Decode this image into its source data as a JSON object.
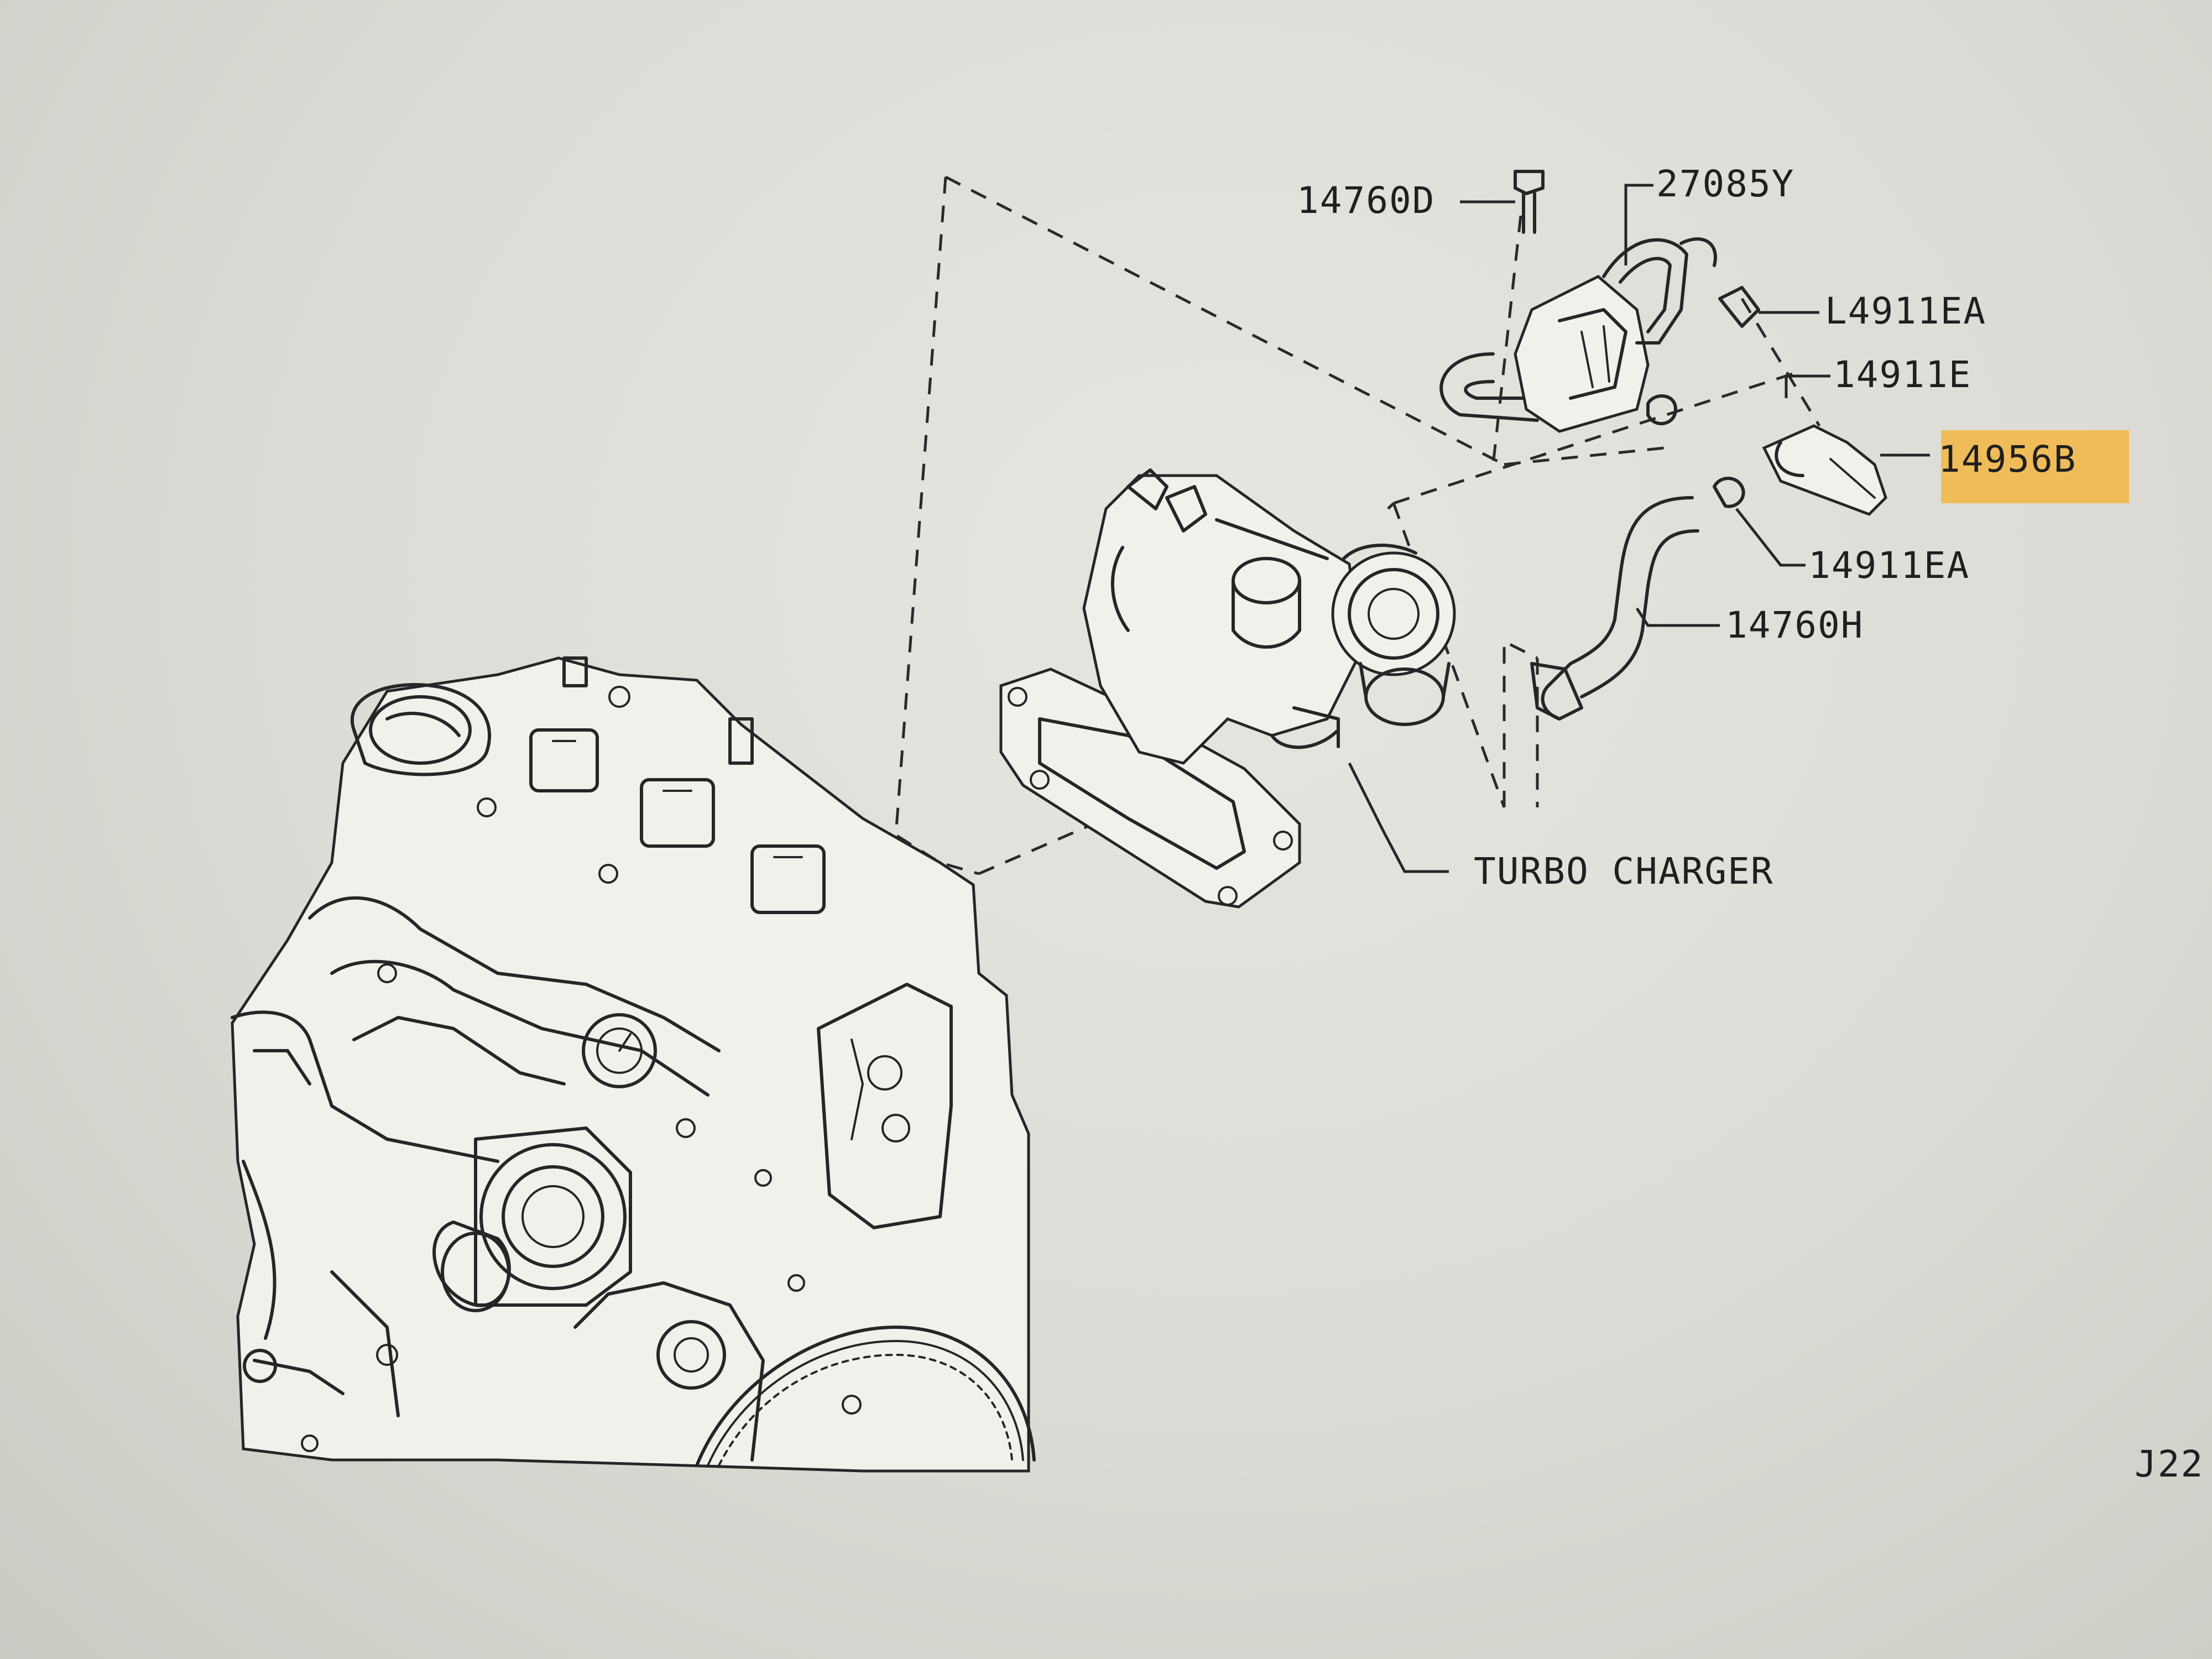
{
  "diagram": {
    "parts": [
      {
        "id": "p14760D",
        "label": "14760D"
      },
      {
        "id": "p27085Y",
        "label": "27085Y"
      },
      {
        "id": "p14911EA_top",
        "label": "L4911EA"
      },
      {
        "id": "p14911E",
        "label": "14911E"
      },
      {
        "id": "p14956B",
        "label": "14956B"
      },
      {
        "id": "p14911EA_bottom",
        "label": "14911EA"
      },
      {
        "id": "p14760H",
        "label": "14760H"
      }
    ],
    "turbo_label": "TURBO CHARGER",
    "page_code": "J22",
    "highlight_color": "#f2b84b",
    "ink_color": "#262626"
  }
}
